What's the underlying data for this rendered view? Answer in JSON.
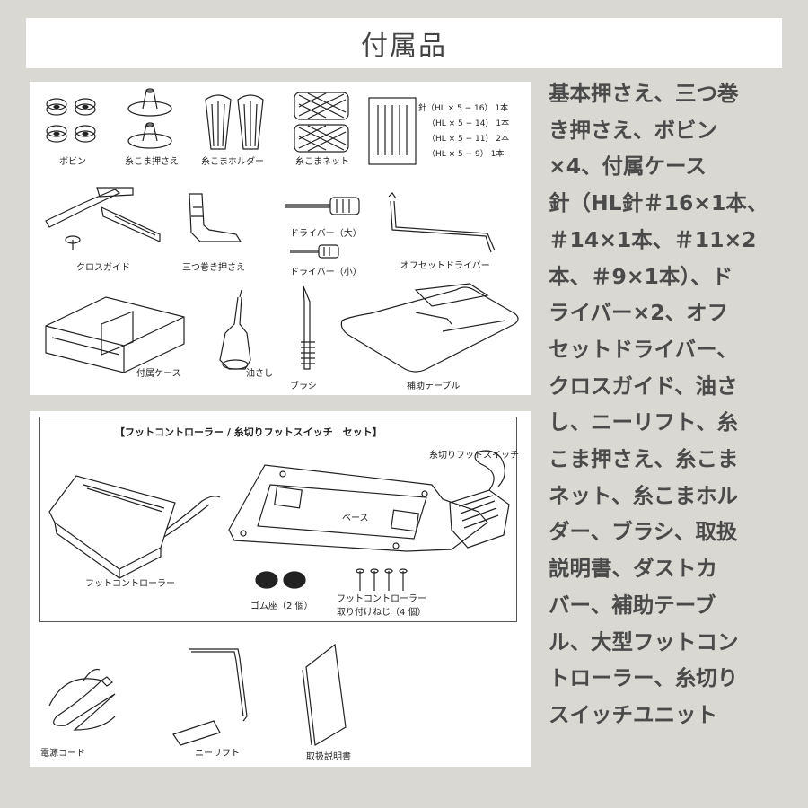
{
  "title": "付属品",
  "panel1": {
    "labels": {
      "bobbin": "ボビン",
      "spool_cap": "糸こま押さえ",
      "spool_holder": "糸こまホルダー",
      "spool_net": "糸こまネット",
      "needle_1": "針（HL × 5 − 16）  1本",
      "needle_2": "（HL × 5 − 14）  1本",
      "needle_3": "（HL × 5 − 11）  2本",
      "needle_4": "（HL × 5 − 9）    1本",
      "cross_guide": "クロスガイド",
      "hemmer_foot": "三つ巻き押さえ",
      "driver_large": "ドライバー（大）",
      "driver_small": "ドライバー（小）",
      "offset_driver": "オフセットドライバー",
      "case": "付属ケース",
      "oiler": "油さし",
      "brush": "ブラシ",
      "extension_table": "補助テーブル"
    }
  },
  "panel2": {
    "labels": {
      "set_title": "【フットコントローラー / 糸切りフットスイッチ　セット】",
      "thread_switch": "糸切りフットスイッチ",
      "base": "ベース",
      "foot_controller": "フットコントローラー",
      "rubber_feet": "ゴム座（2 個）",
      "screws_1": "フットコントローラー",
      "screws_2": "取り付けねじ（4 個）",
      "power_cord": "電源コード",
      "knee_lift": "ニーリフト",
      "manual": "取扱説明書"
    }
  },
  "side_lines": [
    "基本押さえ、三つ巻",
    "き押さえ、ボビン",
    "×4、付属ケース",
    "針（HL針＃16×1本、",
    "＃14×1本、＃11×2",
    "本、＃9×1本）、ド",
    "ライバー×2、オフ",
    "セットドライバー、",
    "クロスガイド、油さ",
    "し、ニーリフト、糸",
    "こま押さえ、糸こま",
    "ネット、糸こまホル",
    "ダー、ブラシ、取扱",
    "説明書、ダストカ",
    "バー、補助テーブ",
    "ル、大型フットコン",
    "トローラー、糸切り",
    "スイッチユニット"
  ]
}
